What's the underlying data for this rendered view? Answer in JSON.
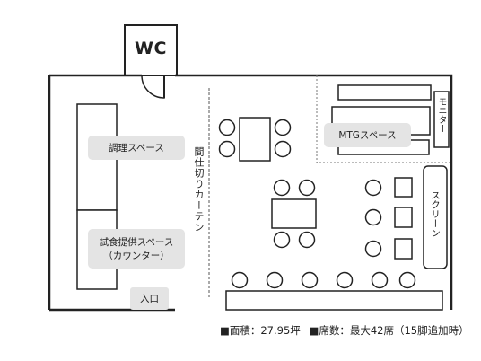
{
  "wc_label": "WC",
  "zones": {
    "kitchen": "調理スペース",
    "serving_line1": "試食提供スペース",
    "serving_line2": "（カウンター）",
    "entrance": "入口",
    "curtain": "間仕切りカーテン",
    "mtg": "MTGスペース",
    "monitor": "モニター",
    "screen": "スクリーン"
  },
  "stats": {
    "area": "■面積：27.95坪",
    "seats": "■席数：最大42席（15脚追加時）"
  }
}
